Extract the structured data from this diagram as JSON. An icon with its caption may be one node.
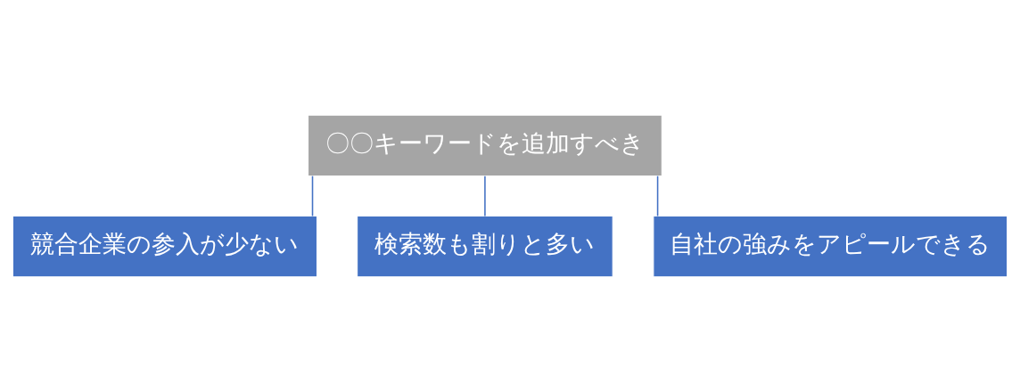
{
  "diagram": {
    "nodes": [
      {
        "text": [
          "〇〇キーワードを追加すべき"
        ]
      },
      {
        "text": [
          "競合企業の参入が少ない"
        ]
      },
      {
        "text": [
          "検索数も割りと多い"
        ]
      },
      {
        "text": [
          "自社の強みをアピールできる"
        ]
      }
    ],
    "edges": [
      {
        "from": 0,
        "to": 1,
        "arrow": "none"
      },
      {
        "from": 0,
        "to": 2,
        "arrow": "none"
      },
      {
        "from": 0,
        "to": 3,
        "arrow": "none"
      }
    ]
  }
}
